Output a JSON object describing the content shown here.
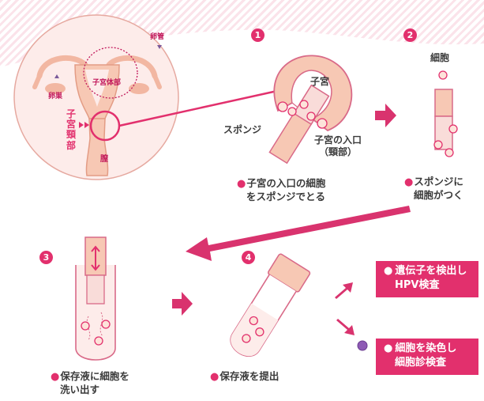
{
  "anatomy": {
    "oviduct": "卵管",
    "ovary": "卵巣",
    "uterus_body": "子宮体部",
    "cervix": "子宮頸部",
    "vagina": "膣"
  },
  "steps": [
    {
      "number": "1",
      "labels": {
        "uterus": "子宮",
        "sponge": "スポンジ",
        "entrance": "子宮の入口",
        "entrance_sub": "（頸部）"
      },
      "caption": [
        "子宮の入口の細胞",
        "をスポンジでとる"
      ]
    },
    {
      "number": "2",
      "labels": {
        "cell": "細胞"
      },
      "caption": [
        "スポンジに",
        "細胞がつく"
      ]
    },
    {
      "number": "3",
      "caption": [
        "保存液に細胞を",
        "洗い出す"
      ]
    },
    {
      "number": "4",
      "caption": [
        "保存液を提出"
      ]
    }
  ],
  "results": [
    {
      "lines": [
        "遺伝子を検出し",
        "HPV検査"
      ]
    },
    {
      "lines": [
        "細胞を染色し",
        "細胞診検査"
      ]
    }
  ],
  "bullet": "●",
  "colors": {
    "accent": "#e2306d",
    "flesh": "#f7c8b4",
    "arrow": "#d9336e",
    "background_stripe": "#fbe3ea"
  }
}
